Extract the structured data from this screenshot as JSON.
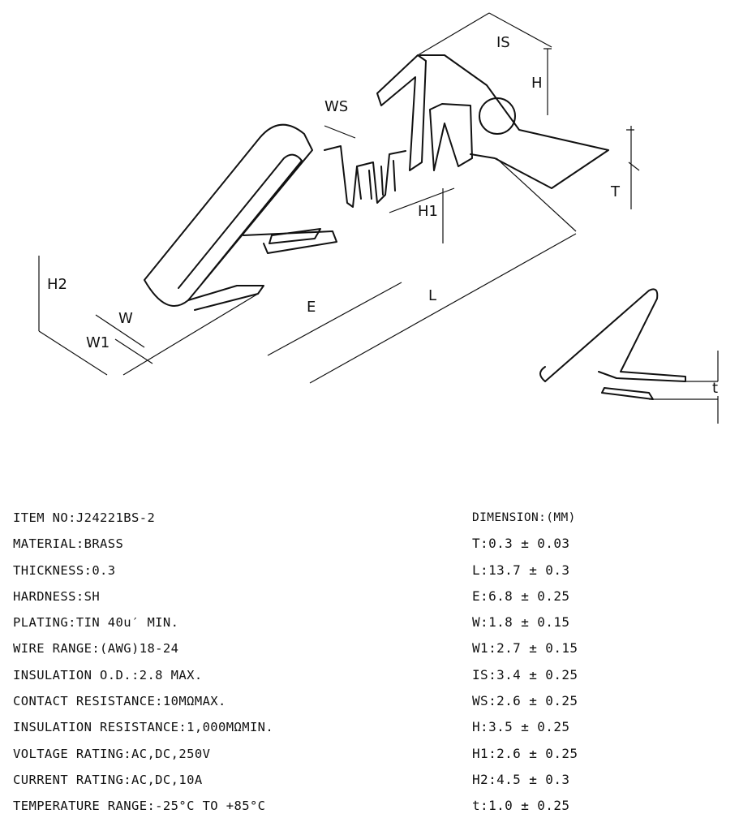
{
  "labels": {
    "IS": "IS",
    "H": "H",
    "WS": "WS",
    "T": "T",
    "H1": "H1",
    "H2": "H2",
    "E": "E",
    "L": "L",
    "W": "W",
    "W1": "W1",
    "t": "t"
  },
  "specs": [
    "ITEM NO:J24221BS-2",
    "MATERIAL:BRASS",
    "THICKNESS:0.3",
    "HARDNESS:SH",
    "PLATING:TIN 40u′ MIN.",
    "WIRE RANGE:(AWG)18-24",
    "INSULATION O.D.:2.8 MAX.",
    "CONTACT RESISTANCE:10MΩMAX.",
    "INSULATION RESISTANCE:1,000MΩMIN.",
    "VOLTAGE RATING:AC,DC,250V",
    "CURRENT RATING:AC,DC,10A",
    "TEMPERATURE RANGE:-25°C TO +85°C"
  ],
  "dimensions_header": "DIMENSION:(MM)",
  "dimensions": [
    "T:0.3 ± 0.03",
    "L:13.7 ± 0.3",
    "E:6.8 ± 0.25",
    "W:1.8 ± 0.15",
    "W1:2.7 ± 0.15",
    "IS:3.4 ± 0.25",
    "WS:2.6 ± 0.25",
    "H:3.5 ± 0.25",
    "H1:2.6 ± 0.25",
    "H2:4.5 ± 0.3",
    "t:1.0 ± 0.25"
  ]
}
